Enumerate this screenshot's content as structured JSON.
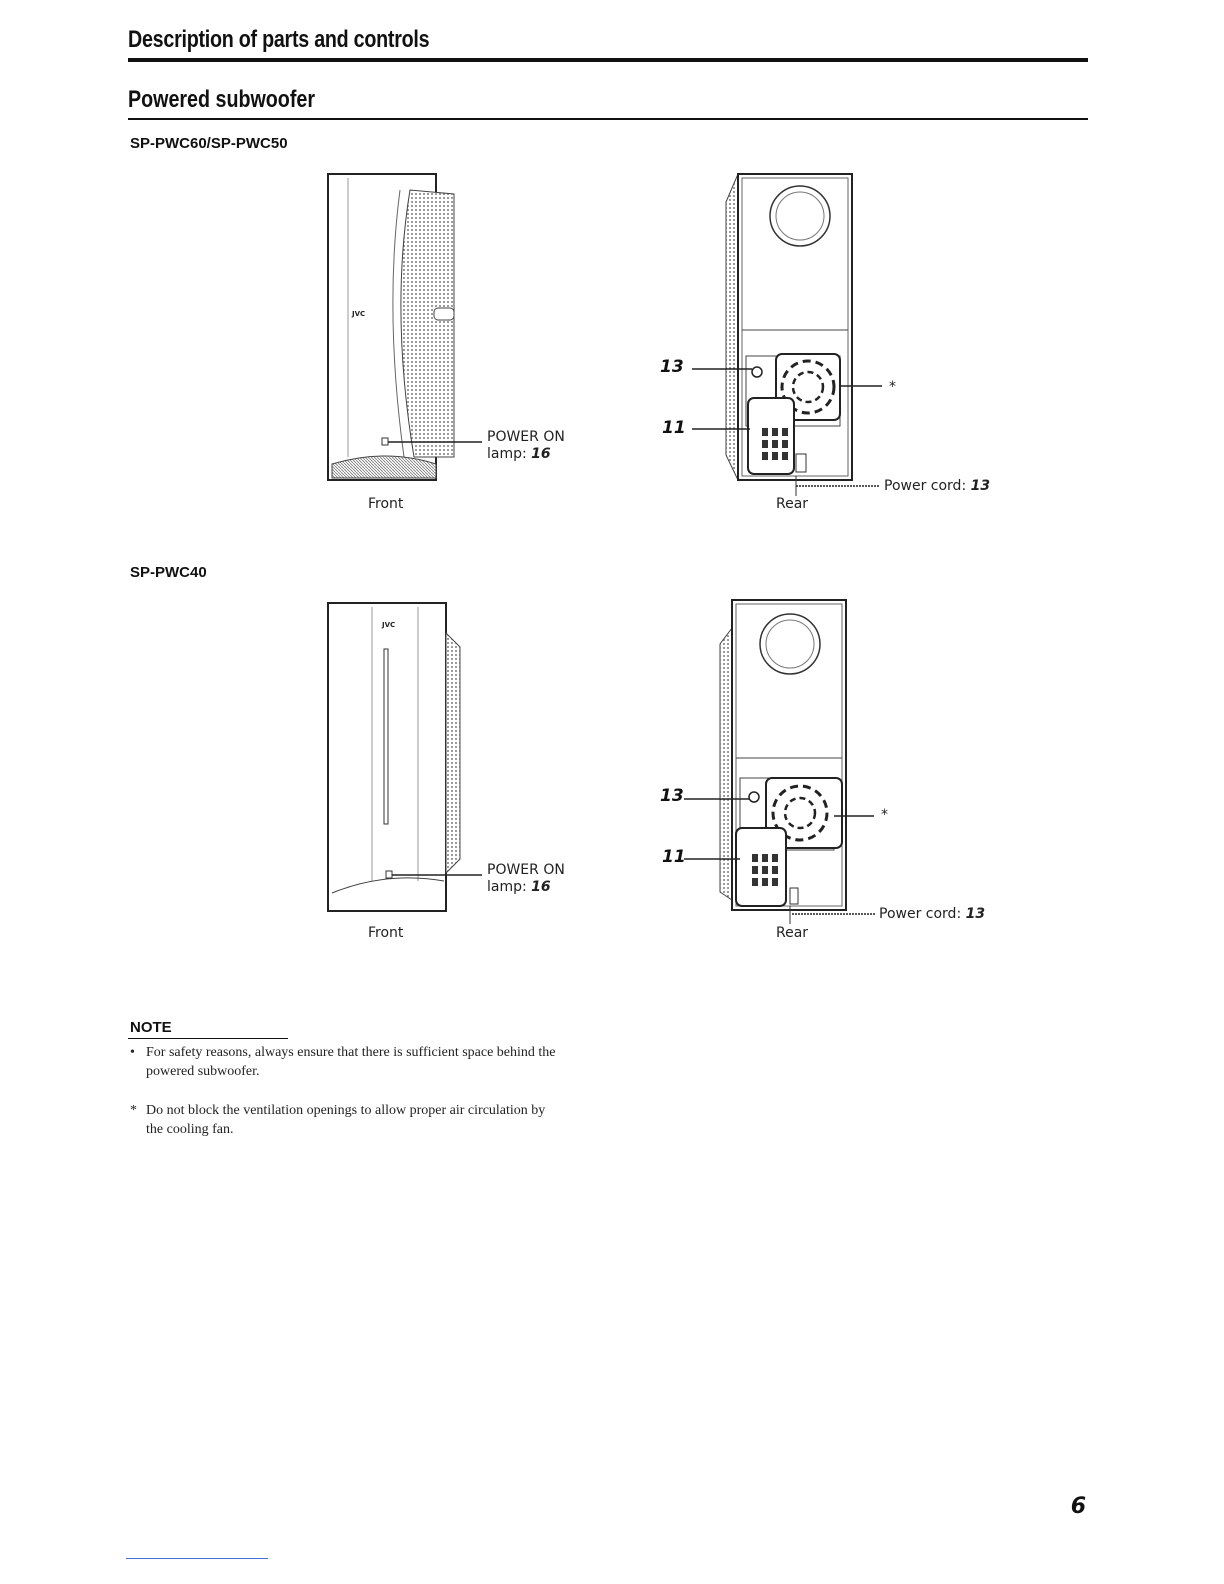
{
  "header": {
    "section_title": "Description of parts and controls",
    "subsection_title": "Powered subwoofer"
  },
  "models": [
    {
      "name": "SP-PWC60/SP-PWC50",
      "front": {
        "brand": "JVC",
        "lamp_label": "POWER ON",
        "lamp_ref_prefix": "lamp:",
        "lamp_ref": "16",
        "caption": "Front"
      },
      "rear": {
        "ref_top": "13",
        "ref_bottom": "11",
        "fan_marker": "*",
        "cord_label": "Power cord:",
        "cord_ref": "13",
        "caption": "Rear"
      }
    },
    {
      "name": "SP-PWC40",
      "front": {
        "brand": "JVC",
        "lamp_label": "POWER ON",
        "lamp_ref_prefix": "lamp:",
        "lamp_ref": "16",
        "caption": "Front"
      },
      "rear": {
        "ref_top": "13",
        "ref_bottom": "11",
        "fan_marker": "*",
        "cord_label": "Power cord:",
        "cord_ref": "13",
        "caption": "Rear"
      }
    }
  ],
  "note": {
    "heading": "NOTE",
    "bullet_marker": "•",
    "bullet": "For safety reasons, always ensure that there is sufficient space behind the powered subwoofer.",
    "asterisk_marker": "*",
    "asterisk": "Do not block the ventilation openings to allow proper air circulation by the cooling fan."
  },
  "page_number": "6"
}
